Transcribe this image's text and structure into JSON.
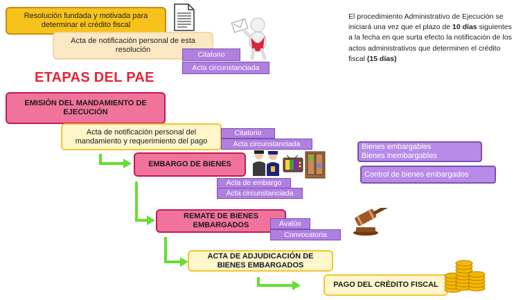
{
  "header": {
    "resolucion": "Resolución fundada y motivada para determinar el crédito fiscal",
    "acta_resolucion": "Acta de notificación personal de esta resolución",
    "citatorio": "Citatorio",
    "acta_circ": "Acta circunstanciada"
  },
  "title": "ETAPAS DEL PAE",
  "note": {
    "part1": "El procedimiento Administrativo de Ejecución se iniciará una vez que el plazo de ",
    "bold1": "10 días",
    "part2": " siguientes a la fecha en que surta efecto la notificación de los actos administrativos que determinen el crédito fiscal ",
    "bold2": "(15 días)"
  },
  "steps": {
    "emision": "EMISIÓN DEL MANDAMIENTO DE EJECUCIÓN",
    "acta_mandamiento": "Acta de notificación personal del mandamiento y requerimiento del pago",
    "citatorio2": "Citatorio",
    "acta_circ2": "Acta circunstanciada",
    "embargo": "EMBARGO DE BIENES",
    "acta_embargo": "Acta de embargo",
    "acta_circ3": "Acta circunstanciada",
    "bienes_embargables": "Bienes embargables",
    "bienes_inembargables": "Bienes inembargables",
    "control": "Control de bienes embargados",
    "remate": "REMATE DE BIENES EMBARGADOS",
    "avaluo": "Avalúo",
    "convocatoria": "Convocatoria",
    "adjudicacion": "ACTA DE ADJUDICACIÓN DE BIENES EMBARGADOS",
    "pago": "PAGO DEL CRÉDITO FISCAL"
  },
  "colors": {
    "title": "#e32636",
    "stage": "#f0739b",
    "substep": "#b07fe0",
    "arrow": "#66dd33"
  },
  "icons": [
    "document-icon",
    "mail-person-icon",
    "officers-icon",
    "tv-icon",
    "cabinet-icon",
    "gavel-icon",
    "coins-icon"
  ]
}
